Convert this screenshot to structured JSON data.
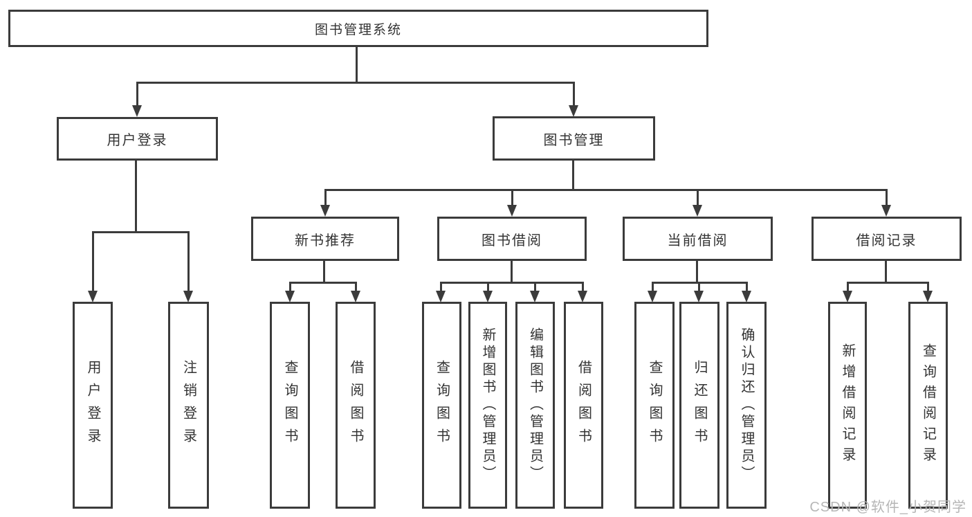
{
  "tree": {
    "root": {
      "label": "图书管理系统"
    },
    "branches": [
      {
        "label": "用户登录",
        "children": [
          {
            "label": "用户登录"
          },
          {
            "label": "注销登录"
          }
        ]
      },
      {
        "label": "图书管理",
        "children": [
          {
            "label": "新书推荐",
            "children": [
              {
                "label": "查询图书"
              },
              {
                "label": "借阅图书"
              }
            ]
          },
          {
            "label": "图书借阅",
            "children": [
              {
                "label": "查询图书"
              },
              {
                "label": "新增图书（管理员）"
              },
              {
                "label": "编辑图书（管理员）"
              },
              {
                "label": "借阅图书"
              }
            ]
          },
          {
            "label": "当前借阅",
            "children": [
              {
                "label": "查询图书"
              },
              {
                "label": "归还图书"
              },
              {
                "label": "确认归还（管理员）"
              }
            ]
          },
          {
            "label": "借阅记录",
            "children": [
              {
                "label": "新增借阅记录"
              },
              {
                "label": "查询借阅记录"
              }
            ]
          }
        ]
      }
    ]
  },
  "watermark": {
    "text": "CSDN @软件_小贺同学"
  },
  "colors": {
    "line": "#3b3b3b",
    "box_border": "#3b3b3b",
    "text": "#333333",
    "watermark": "#b6b6b6",
    "background": "#ffffff"
  }
}
